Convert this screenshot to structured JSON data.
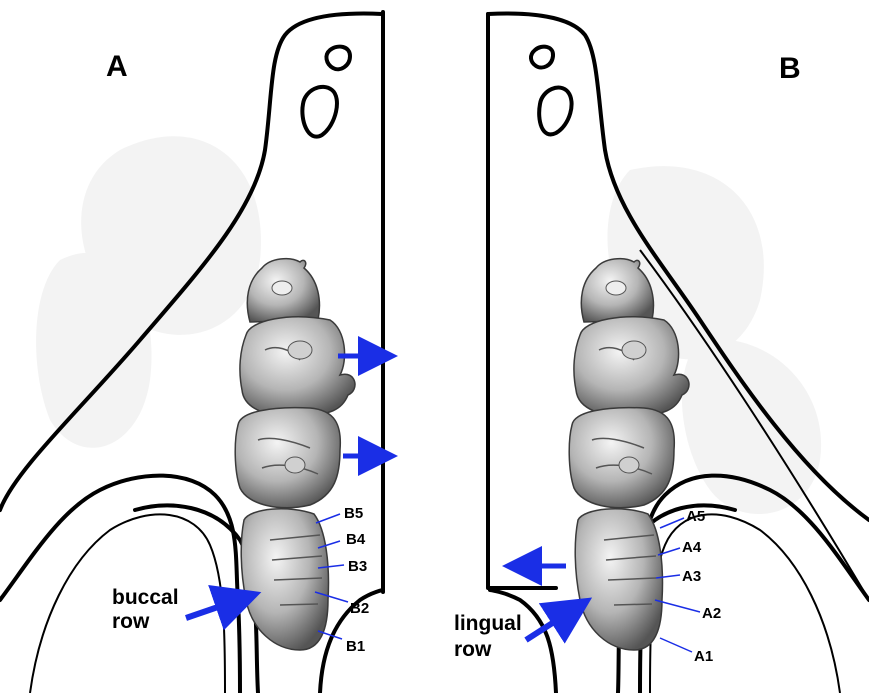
{
  "panels": {
    "left": {
      "letter": "A",
      "row_label": [
        "buccal",
        "row"
      ],
      "tooth_labels": [
        "B5",
        "B4",
        "B3",
        "B2",
        "B1"
      ]
    },
    "right": {
      "letter": "B",
      "row_label": [
        "lingual",
        "row"
      ],
      "tooth_labels": [
        "A5",
        "A4",
        "A3",
        "A2",
        "A1"
      ]
    }
  },
  "colors": {
    "arrow": "#1a2ee6",
    "outline": "#000000",
    "tooth_light": "#e8e8e8",
    "tooth_mid": "#a9a9a9",
    "tooth_dark": "#4a4a4a"
  }
}
